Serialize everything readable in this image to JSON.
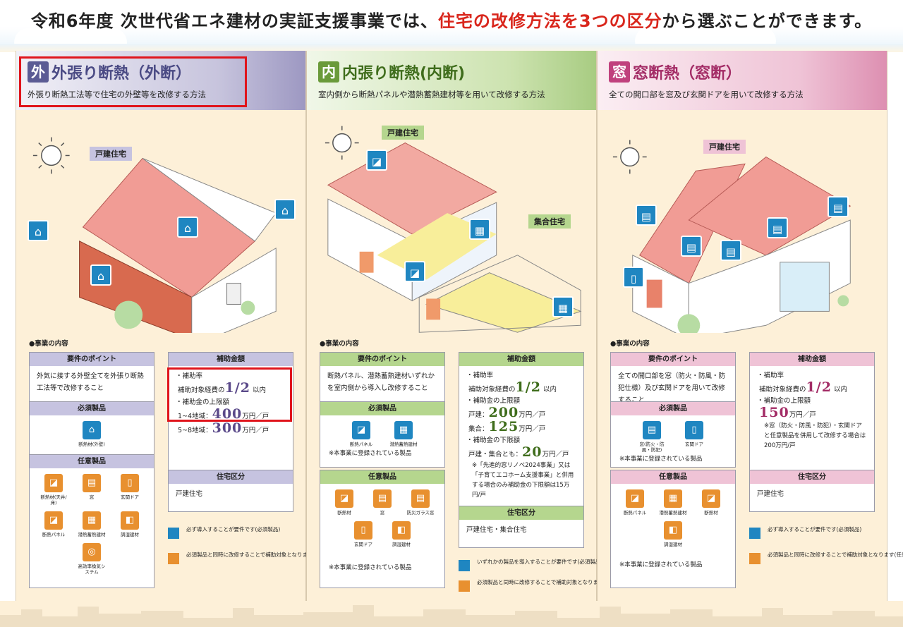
{
  "headline": {
    "pre": "令和6年度 次世代省エネ建材の実証支援事業では、",
    "highlight": "住宅の改修方法を3つの区分",
    "post": "から選ぶことができます。"
  },
  "colors": {
    "red_highlight": "#d9261c",
    "required_blue": "#1f86c1",
    "optional_orange": "#e8902f",
    "outer": "#5b5b94",
    "inner": "#6a9a3a",
    "window": "#c0417d"
  },
  "columns": [
    {
      "badge": "外",
      "title": "外張り断熱（外断）",
      "subtitle": "外張り断熱工法等で住宅の外壁等を改修する方法",
      "house_tag": "戸建住宅",
      "section_label": "●事業の内容",
      "points_header": "要件のポイント",
      "points_text": "外気に接する外壁全てを外張り断熱工法等で改修すること",
      "required_header": "必須製品",
      "required_items": [
        {
          "label": "断熱材(外壁)",
          "icon": "insulation-outer-icon"
        }
      ],
      "optional_header": "任意製品",
      "optional_items": [
        {
          "label": "断熱材(天井/床)",
          "icon": "insulation-icon"
        },
        {
          "label": "窓",
          "icon": "window-icon"
        },
        {
          "label": "玄関ドア",
          "icon": "door-icon"
        },
        {
          "label": "断熱パネル",
          "icon": "panel-icon"
        },
        {
          "label": "潜熱蓄熱建材",
          "icon": "latent-heat-icon"
        },
        {
          "label": "調湿建材",
          "icon": "humidity-icon"
        },
        {
          "label": "高効率換気システム",
          "icon": "ventilation-icon"
        }
      ],
      "subsidy_header": "補助金額",
      "rate_label": "・補助率",
      "rate_prefix": "補助対象経費の",
      "rate_value": "1/2",
      "rate_suffix": "以内",
      "cap_label": "・補助金の上限額",
      "caps": [
        {
          "prefix": "1~4地域：",
          "value": "400",
          "unit": "万円／戸"
        },
        {
          "prefix": "5~8地域：",
          "value": "300",
          "unit": "万円／戸"
        }
      ],
      "house_type_header": "住宅区分",
      "house_type": "戸建住宅",
      "legend_required": "必ず導入することが要件です(必須製品)",
      "legend_optional": "必須製品と同時に改修することで補助対象となります(任意製品)"
    },
    {
      "badge": "内",
      "title": "内張り断熱(内断)",
      "subtitle": "室内側から断熱パネルや潜熱蓄熱建材等を用いて改修する方法",
      "house_tag": "戸建住宅",
      "house_tag2": "集合住宅",
      "section_label": "●事業の内容",
      "points_header": "要件のポイント",
      "points_text": "断熱パネル、潜熱蓄熱建材いずれかを室内側から導入し改修すること",
      "required_header": "必須製品",
      "required_items": [
        {
          "label": "断熱パネル",
          "icon": "panel-icon"
        },
        {
          "label": "潜熱蓄熱建材",
          "icon": "latent-heat-icon"
        }
      ],
      "required_note": "※本事業に登録されている製品",
      "optional_header": "任意製品",
      "optional_items": [
        {
          "label": "断熱材",
          "icon": "insulation-icon"
        },
        {
          "label": "窓",
          "icon": "window-icon"
        },
        {
          "label": "防災ガラス窓",
          "icon": "disaster-glass-icon"
        },
        {
          "label": "玄関ドア",
          "icon": "door-icon"
        },
        {
          "label": "調湿建材",
          "icon": "humidity-icon"
        }
      ],
      "optional_note": "※本事業に登録されている製品",
      "subsidy_header": "補助金額",
      "rate_label": "・補助率",
      "rate_prefix": "補助対象経費の",
      "rate_value": "1/2",
      "rate_suffix": "以内",
      "cap_label": "・補助金の上限額",
      "caps": [
        {
          "prefix": "戸建：",
          "value": "200",
          "unit": "万円／戸"
        },
        {
          "prefix": "集合：",
          "value": "125",
          "unit": "万円／戸"
        }
      ],
      "min_label": "・補助金の下限額",
      "min_prefix": "戸建・集合とも：",
      "min_value": "20",
      "min_unit": "万円／戸",
      "min_note": "※「先進的窓リノベ2024事業」又は「子育てエコホーム支援事業」と併用する場合のみ補助金の下限額は15万円/戸",
      "house_type_header": "住宅区分",
      "house_type": "戸建住宅・集合住宅",
      "legend_required": "いずれかの製品を導入することが要件です(必須製品)",
      "legend_optional": "必須製品と同時に改修することで補助対象となります(任意製品)"
    },
    {
      "badge": "窓",
      "title": "窓断熱（窓断）",
      "subtitle": "全ての開口部を窓及び玄関ドアを用いて改修する方法",
      "house_tag": "戸建住宅",
      "section_label": "●事業の内容",
      "points_header": "要件のポイント",
      "points_text": "全ての開口部を窓（防火・防風・防犯仕様）及び玄関ドアを用いて改修すること",
      "required_header": "必須製品",
      "required_items": [
        {
          "label": "窓(防火・防風・防犯)",
          "icon": "window-icon"
        },
        {
          "label": "玄関ドア",
          "icon": "door-icon"
        }
      ],
      "required_note": "※本事業に登録されている製品",
      "optional_header": "任意製品",
      "optional_items": [
        {
          "label": "断熱パネル",
          "icon": "panel-icon"
        },
        {
          "label": "潜熱蓄熱建材",
          "icon": "latent-heat-icon"
        },
        {
          "label": "断熱材",
          "icon": "insulation-icon"
        },
        {
          "label": "調湿建材",
          "icon": "humidity-icon"
        }
      ],
      "optional_note": "※本事業に登録されている製品",
      "subsidy_header": "補助金額",
      "rate_label": "・補助率",
      "rate_prefix": "補助対象経費の",
      "rate_value": "1/2",
      "rate_suffix": "以内",
      "cap_label": "・補助金の上限額",
      "caps": [
        {
          "prefix": "",
          "value": "150",
          "unit": "万円／戸"
        }
      ],
      "cap_note": "※窓（防火・防風・防犯）・玄関ドアと任意製品を併用して改修する場合は200万円/戸",
      "house_type_header": "住宅区分",
      "house_type": "戸建住宅",
      "legend_required": "必ず導入することが要件です(必須製品)",
      "legend_optional": "必須製品と同時に改修することで補助対象となります(任意製品)"
    }
  ]
}
